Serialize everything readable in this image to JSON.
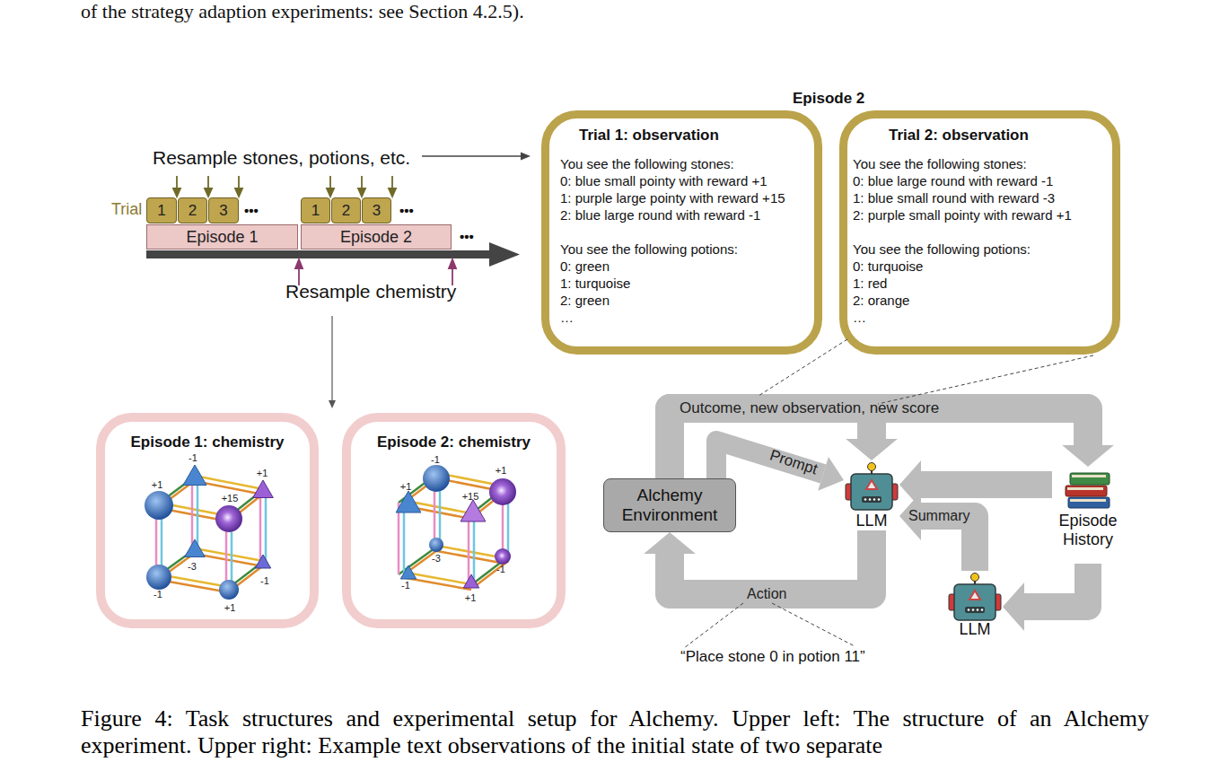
{
  "diagram": {
    "caption": "Figure 4: Task structures and experimental setup for Alchemy. Upper left: The structure of an Alchemy experiment. Upper right: Example text observations of the initial state of two separate",
    "nodes": [
      {
        "text": [
          "1"
        ]
      },
      {
        "text": [
          "2"
        ]
      },
      {
        "text": [
          "3"
        ]
      },
      {
        "text": [
          "1"
        ]
      },
      {
        "text": [
          "2"
        ]
      },
      {
        "text": [
          "3"
        ]
      },
      {
        "text": [
          "Episode 1"
        ]
      },
      {
        "text": [
          "Episode 2"
        ]
      },
      {
        "text": [
          "Trial 1: observation",
          "You see the following stones:",
          "0: blue small pointy with reward +1",
          "1: purple large pointy with reward +15",
          "2: blue large round with reward -1",
          "You see the following potions:",
          "0: green",
          "1: turquoise",
          "2: green",
          "…"
        ]
      },
      {
        "text": [
          "Trial 2: observation",
          "You see the following stones:",
          "0: blue large round with reward -1",
          "1: blue small round with reward -3",
          "2: purple small pointy with reward +1",
          "You see the following potions:",
          "0: turquoise",
          "1: red",
          "2: orange",
          "…"
        ]
      },
      {
        "text": [
          "Episode 1: chemistry"
        ]
      },
      {
        "text": [
          "Episode 2: chemistry"
        ]
      },
      {
        "text": [
          "Alchemy Environment"
        ]
      },
      {
        "text": [
          "LLM"
        ]
      },
      {
        "text": [
          "Episode History"
        ]
      },
      {
        "text": [
          "LLM"
        ]
      }
    ],
    "edges": [
      {
        "from": 12,
        "to": 13,
        "label": "Outcome, new observation, new score",
        "arrow": "to"
      },
      {
        "from": 12,
        "to": 14,
        "arrow": "to"
      },
      {
        "from": 12,
        "to": 13,
        "label": "Prompt",
        "arrow": "to"
      },
      {
        "from": 14,
        "to": 13,
        "arrow": "to"
      },
      {
        "from": 14,
        "to": 15,
        "arrow": "to"
      },
      {
        "from": 15,
        "to": 13,
        "label": "Summary",
        "arrow": "to"
      },
      {
        "from": 13,
        "to": 12,
        "label": "Action",
        "arrow": "to"
      }
    ],
    "labels": [
      "of the strategy adaption experiments: see Section 4.2.5).",
      "Resample stones, potions, etc.",
      "Trial",
      "•••",
      "•••",
      "•••",
      "Resample chemistry",
      "Episode 2",
      "-1",
      "+1",
      "+1",
      "+15",
      "-3",
      "-1",
      "-1",
      "+1",
      "-1",
      "+1",
      "+1",
      "+15",
      "-3",
      "-1",
      "-1",
      "+1",
      "“Place stone 0 in potion 11”"
    ]
  }
}
